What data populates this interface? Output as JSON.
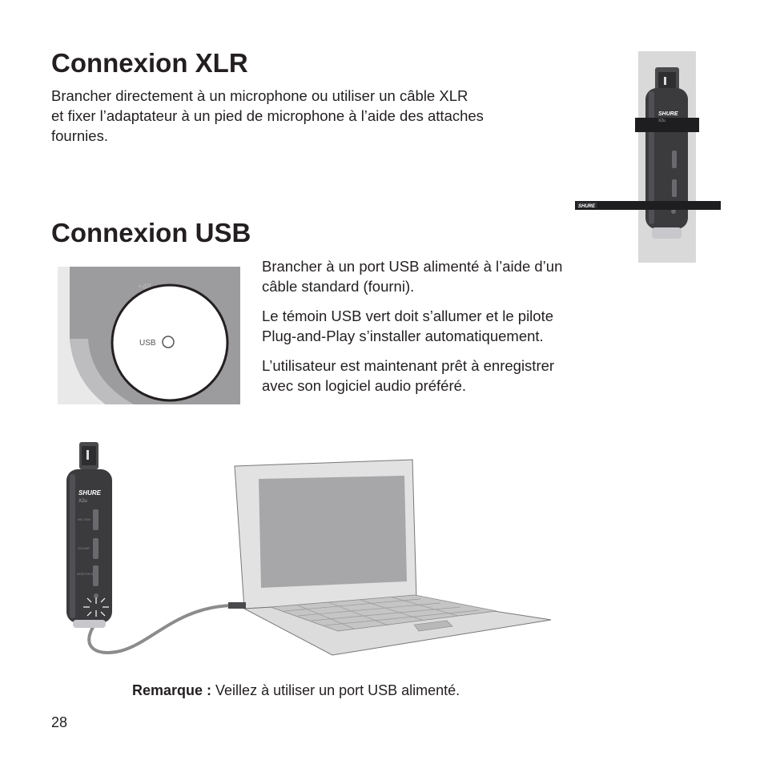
{
  "sections": {
    "xlr": {
      "title": "Connexion XLR",
      "body_lines": [
        "Brancher directement à un microphone ou utiliser un câble XLR",
        "et fixer l’adaptateur à un pied de microphone à l’aide des attaches",
        "fournies."
      ]
    },
    "usb": {
      "title": "Connexion USB",
      "paragraphs": [
        [
          "Brancher à un port USB alimenté à l’aide d’un",
          "câble standard (fourni)."
        ],
        [
          "Le témoin USB vert doit s’allumer et le pilote",
          "Plug-and-Play s’installer automatiquement."
        ],
        [
          "L’utilisateur est maintenant prêt à enregistrer",
          "avec son logiciel audio préféré."
        ]
      ]
    }
  },
  "device": {
    "brand": "SHURE",
    "model": "X2u",
    "labels": [
      "MIC GAIN",
      "VOLUME",
      "MONITOR MIX"
    ]
  },
  "detail_callout": {
    "port_label": "USB",
    "faint_label": "+48"
  },
  "note": {
    "label": "Remarque :",
    "text": " Veillez à utiliser un port USB alimenté."
  },
  "page_number": "28",
  "colors": {
    "text": "#231f20",
    "panel_gray": "#d9d9d9",
    "device_dark": "#3b3b3d",
    "cable_gray": "#8c8c8c"
  }
}
